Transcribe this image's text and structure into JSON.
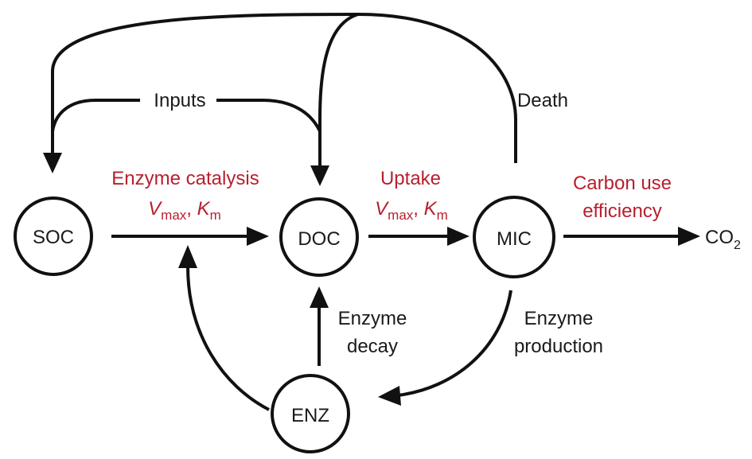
{
  "colors": {
    "line": "#111111",
    "text": "#1a1a1a",
    "accent": "#b81f2e"
  },
  "nodes": {
    "soc": "SOC",
    "doc": "DOC",
    "mic": "MIC",
    "enz": "ENZ",
    "co2_base": "CO",
    "co2_sub": "2"
  },
  "labels": {
    "inputs": "Inputs",
    "death": "Death",
    "enzyme_catalysis": "Enzyme catalysis",
    "uptake": "Uptake",
    "carbon_use_line1": "Carbon use",
    "carbon_use_line2": "efficiency",
    "enzyme_decay_line1": "Enzyme",
    "enzyme_decay_line2": "decay",
    "enzyme_production_line1": "Enzyme",
    "enzyme_production_line2": "production"
  },
  "kinetics": {
    "v_symbol": "V",
    "v_subscript": "max",
    "separator": ", ",
    "k_symbol": "K",
    "k_subscript": "m"
  }
}
